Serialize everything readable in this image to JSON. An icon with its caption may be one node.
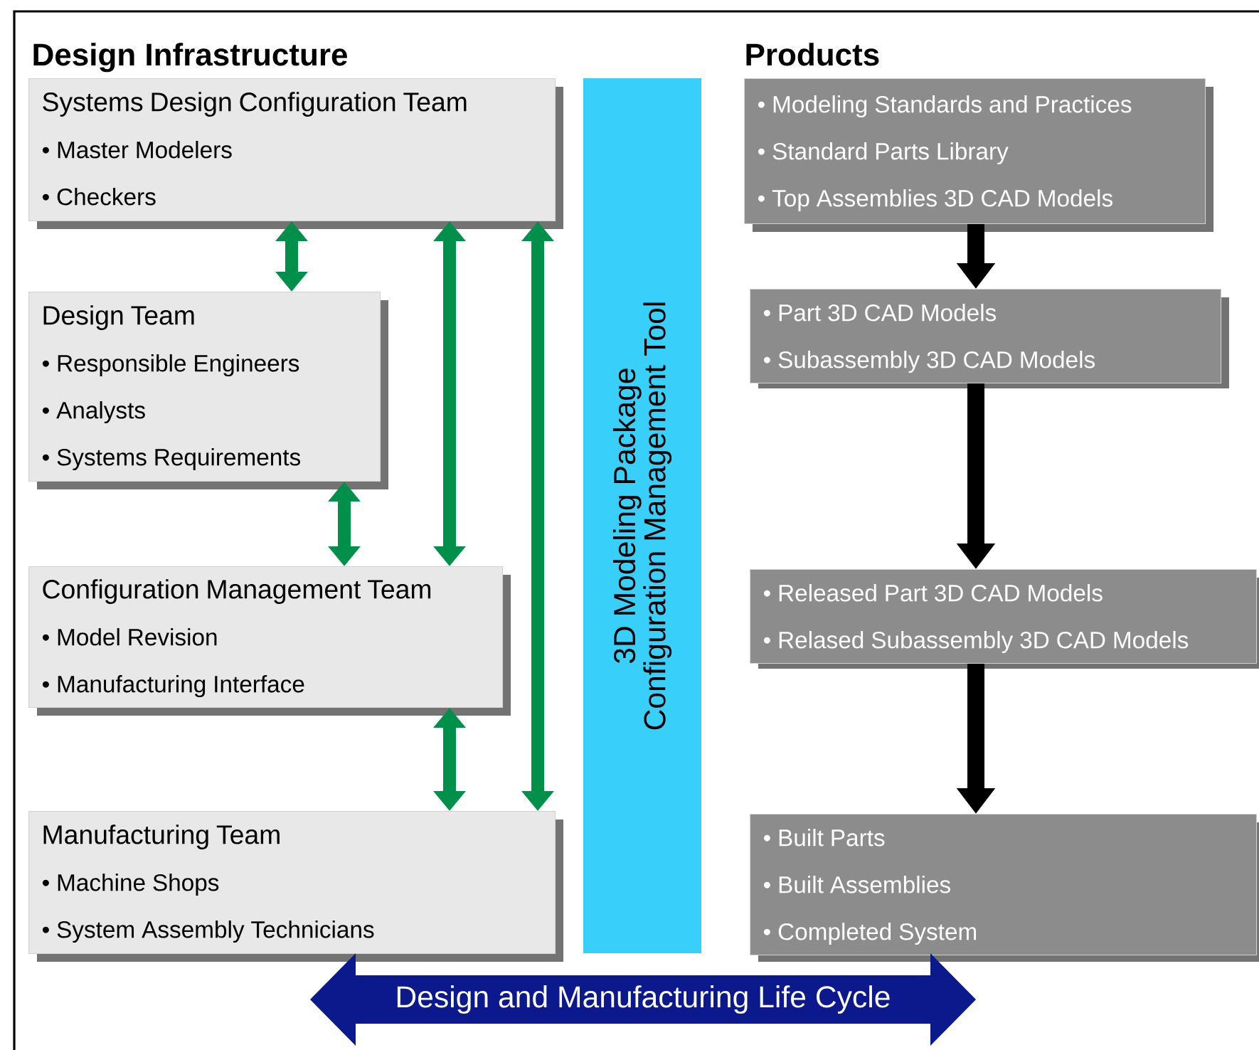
{
  "diagram": {
    "nodes": [
      {
        "text": [
          "Systems Design Configuration Team",
          "• Master Modelers",
          "• Checkers"
        ]
      },
      {
        "text": [
          "Design Team",
          "• Responsible Engineers",
          "• Analysts",
          "• Systems Requirements"
        ]
      },
      {
        "text": [
          "Configuration Management Team",
          "• Model Revision",
          "• Manufacturing Interface"
        ]
      },
      {
        "text": [
          "Manufacturing Team",
          "• Machine Shops",
          "• System Assembly Technicians"
        ]
      },
      {
        "text": [
          "3D Modeling Package",
          "Configuration Management Tool"
        ]
      },
      {
        "text": [
          "• Modeling Standards and Practices",
          "• Standard Parts Library",
          "• Top Assemblies 3D CAD Models"
        ]
      },
      {
        "text": [
          "• Part 3D CAD Models",
          "• Subassembly 3D CAD Models"
        ]
      },
      {
        "text": [
          "• Released Part 3D CAD Models",
          "• Relased Subassembly 3D CAD Models"
        ]
      },
      {
        "text": [
          "• Built Parts",
          "• Built Assemblies",
          "• Completed System"
        ]
      },
      {
        "text": [
          "Design and Manufacturing Life Cycle"
        ]
      }
    ],
    "edges": [
      {
        "from": 0,
        "to": 1,
        "arrow": "both"
      },
      {
        "from": 1,
        "to": 2,
        "arrow": "both"
      },
      {
        "from": 0,
        "to": 2,
        "arrow": "both"
      },
      {
        "from": 2,
        "to": 3,
        "arrow": "both"
      },
      {
        "from": 0,
        "to": 3,
        "arrow": "both"
      },
      {
        "from": 5,
        "to": 6,
        "arrow": "to",
        "color": "#000000"
      },
      {
        "from": 6,
        "to": 7,
        "arrow": "to",
        "color": "#000000"
      },
      {
        "from": 7,
        "to": 8,
        "arrow": "to",
        "color": "#000000"
      }
    ],
    "labels": [
      "Design Infrastructure",
      "Products"
    ]
  }
}
